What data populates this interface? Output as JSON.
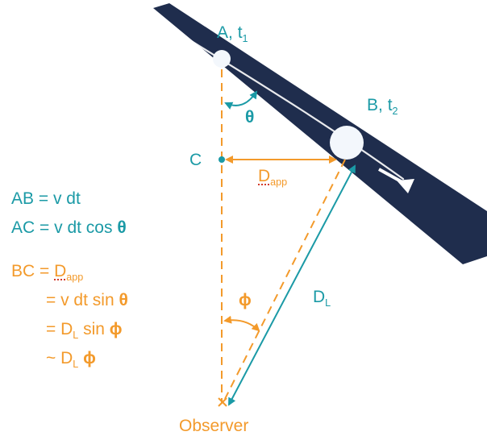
{
  "diagram": {
    "points": {
      "A": {
        "name": "A",
        "time": "t",
        "time_sub": "1"
      },
      "B": {
        "name": "B",
        "time": "t",
        "time_sub": "2"
      },
      "C": {
        "name": "C"
      },
      "observer": "Observer"
    },
    "angles": {
      "theta": "θ",
      "phi": "ϕ"
    },
    "distances": {
      "d_app": {
        "base": "D",
        "sub": "app"
      },
      "d_l": {
        "base": "D",
        "sub": "L"
      }
    }
  },
  "equations": {
    "ab": "AB = v dt",
    "ac_prefix": "AC = v dt cos ",
    "ac_symbol": "θ",
    "bc_prefix": "BC = ",
    "bc_d": "D",
    "bc_sub": "app",
    "line2_prefix": "= v dt sin ",
    "line2_symbol": "θ",
    "line3_d": "= D",
    "line3_sub": "L",
    "line3_mid": " sin ",
    "line3_symbol": "ϕ",
    "line4_d": "~ D",
    "line4_sub": "L",
    "line4_symbol": " ϕ"
  },
  "colors": {
    "jet": "#1F2D4D",
    "teal": "#1B9AA6",
    "orange": "#F39A2B",
    "blob": "#F3F7FC"
  }
}
